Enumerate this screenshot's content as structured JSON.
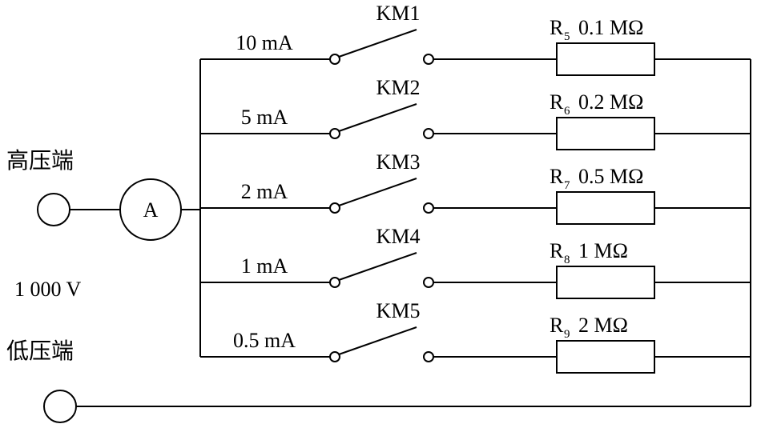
{
  "terminals": {
    "high_label": "高压端",
    "low_label": "低压端",
    "voltage_label": "1 000 V"
  },
  "ammeter": {
    "label": "A"
  },
  "branches": [
    {
      "current": "10 mA",
      "switch": "KM1",
      "resistor": "R",
      "resistor_sub": "5",
      "resistance": "0.1 MΩ"
    },
    {
      "current": "5 mA",
      "switch": "KM2",
      "resistor": "R",
      "resistor_sub": "6",
      "resistance": "0.2 MΩ"
    },
    {
      "current": "2 mA",
      "switch": "KM3",
      "resistor": "R",
      "resistor_sub": "7",
      "resistance": "0.5 MΩ"
    },
    {
      "current": "1 mA",
      "switch": "KM4",
      "resistor": "R",
      "resistor_sub": "8",
      "resistance": "1 MΩ"
    },
    {
      "current": "0.5 mA",
      "switch": "KM5",
      "resistor": "R",
      "resistor_sub": "9",
      "resistance": "2 MΩ"
    }
  ]
}
